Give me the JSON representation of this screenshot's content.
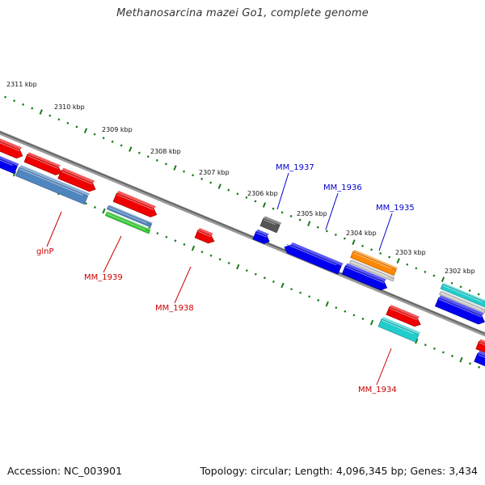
{
  "title": "Methanosarcina mazei Go1, complete genome",
  "footer": {
    "accession": "Accession: NC_003901",
    "stats": "Topology: circular; Length: 4,096,345 bp; Genes: 3,434"
  },
  "colors": {
    "backbone": "#7a7a7a",
    "tick": "#1a7a1a",
    "label_forward": "#0000cc",
    "label_reverse": "#cc0000"
  },
  "kbp_labels": [
    "2311 kbp",
    "2310 kbp",
    "2309 kbp",
    "2308 kbp",
    "2307 kbp",
    "2306 kbp",
    "2305 kbp",
    "2304 kbp",
    "2303 kbp",
    "2302 kbp"
  ],
  "gene_labels": [
    {
      "text": "MM_1937",
      "strand": "forward"
    },
    {
      "text": "MM_1936",
      "strand": "forward"
    },
    {
      "text": "MM_1935",
      "strand": "forward"
    },
    {
      "text": "glnP",
      "strand": "reverse"
    },
    {
      "text": "MM_1939",
      "strand": "reverse"
    },
    {
      "text": "MM_1938",
      "strand": "reverse"
    },
    {
      "text": "MM_1934",
      "strand": "reverse"
    }
  ],
  "features": [
    {
      "name": "feature-red-a",
      "color": "#ee0000"
    },
    {
      "name": "feature-blue-a",
      "color": "#0000ee"
    },
    {
      "name": "feature-red-b",
      "color": "#ee0000"
    },
    {
      "name": "feature-steelblue-glnp",
      "color": "#4f86c0"
    },
    {
      "name": "feature-red-c",
      "color": "#ee0000"
    },
    {
      "name": "feature-red-d",
      "color": "#ee0000"
    },
    {
      "name": "feature-steelblue-mm1939",
      "color": "#4f86c0"
    },
    {
      "name": "feature-green-mm1939",
      "color": "#33cc33"
    },
    {
      "name": "feature-red-mm1938",
      "color": "#ee0000"
    },
    {
      "name": "feature-gray-mm1937",
      "color": "#555555"
    },
    {
      "name": "feature-blue-small",
      "color": "#0000ee"
    },
    {
      "name": "feature-blue-mm1936",
      "color": "#0000ee"
    },
    {
      "name": "feature-orange-mm1935",
      "color": "#ff8800"
    },
    {
      "name": "feature-lightgray-mm1935",
      "color": "#cccccc"
    },
    {
      "name": "feature-blue-c",
      "color": "#0000ee"
    },
    {
      "name": "feature-red-mm1934",
      "color": "#ee0000"
    },
    {
      "name": "feature-cyan-mm1934",
      "color": "#22cccc"
    },
    {
      "name": "feature-cyan-right",
      "color": "#22cccc"
    },
    {
      "name": "feature-lightgray-right",
      "color": "#cccccc"
    },
    {
      "name": "feature-blue-right",
      "color": "#0000ee"
    },
    {
      "name": "feature-red-edge",
      "color": "#ee0000"
    },
    {
      "name": "feature-blue-edge",
      "color": "#0000ee"
    }
  ]
}
